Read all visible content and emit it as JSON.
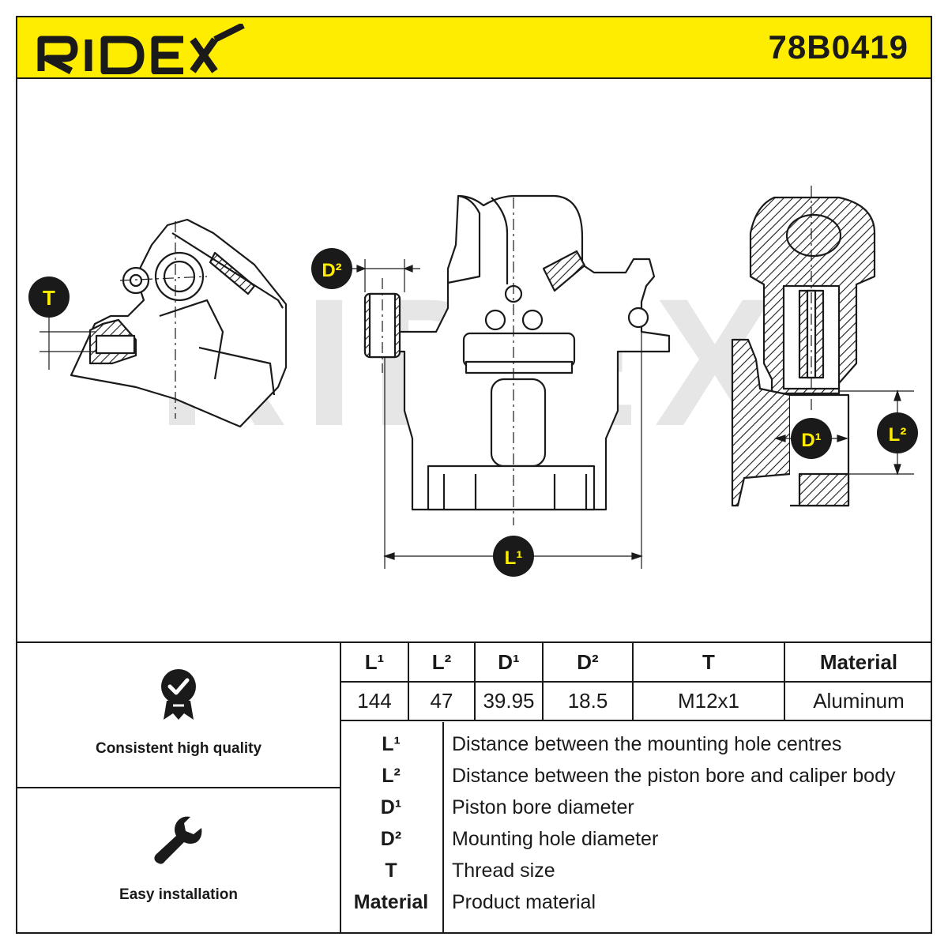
{
  "header": {
    "brand": "RIDEX",
    "part_number": "78B0419",
    "colors": {
      "brand_yellow": "#ffed00",
      "ink": "#1a1a1a"
    }
  },
  "drawing": {
    "watermark": "RIDEX",
    "callouts": {
      "T": "T",
      "D2": "D²",
      "D1": "D¹",
      "L1": "L¹",
      "L2": "L²"
    }
  },
  "features": [
    {
      "icon": "quality-badge-icon",
      "label": "Consistent high quality"
    },
    {
      "icon": "wrench-icon",
      "label": "Easy installation"
    }
  ],
  "spec_table": {
    "headers": [
      "L¹",
      "L²",
      "D¹",
      "D²",
      "T",
      "Material"
    ],
    "values": [
      "144",
      "47",
      "39.95",
      "18.5",
      "M12x1",
      "Aluminum"
    ]
  },
  "legend": [
    {
      "key": "L¹",
      "desc": "Distance between the mounting hole centres"
    },
    {
      "key": "L²",
      "desc": "Distance between the piston bore and caliper body"
    },
    {
      "key": "D¹",
      "desc": "Piston bore diameter"
    },
    {
      "key": "D²",
      "desc": "Mounting hole diameter"
    },
    {
      "key": "T",
      "desc": "Thread size"
    },
    {
      "key": "Material",
      "desc": "Product material"
    }
  ]
}
